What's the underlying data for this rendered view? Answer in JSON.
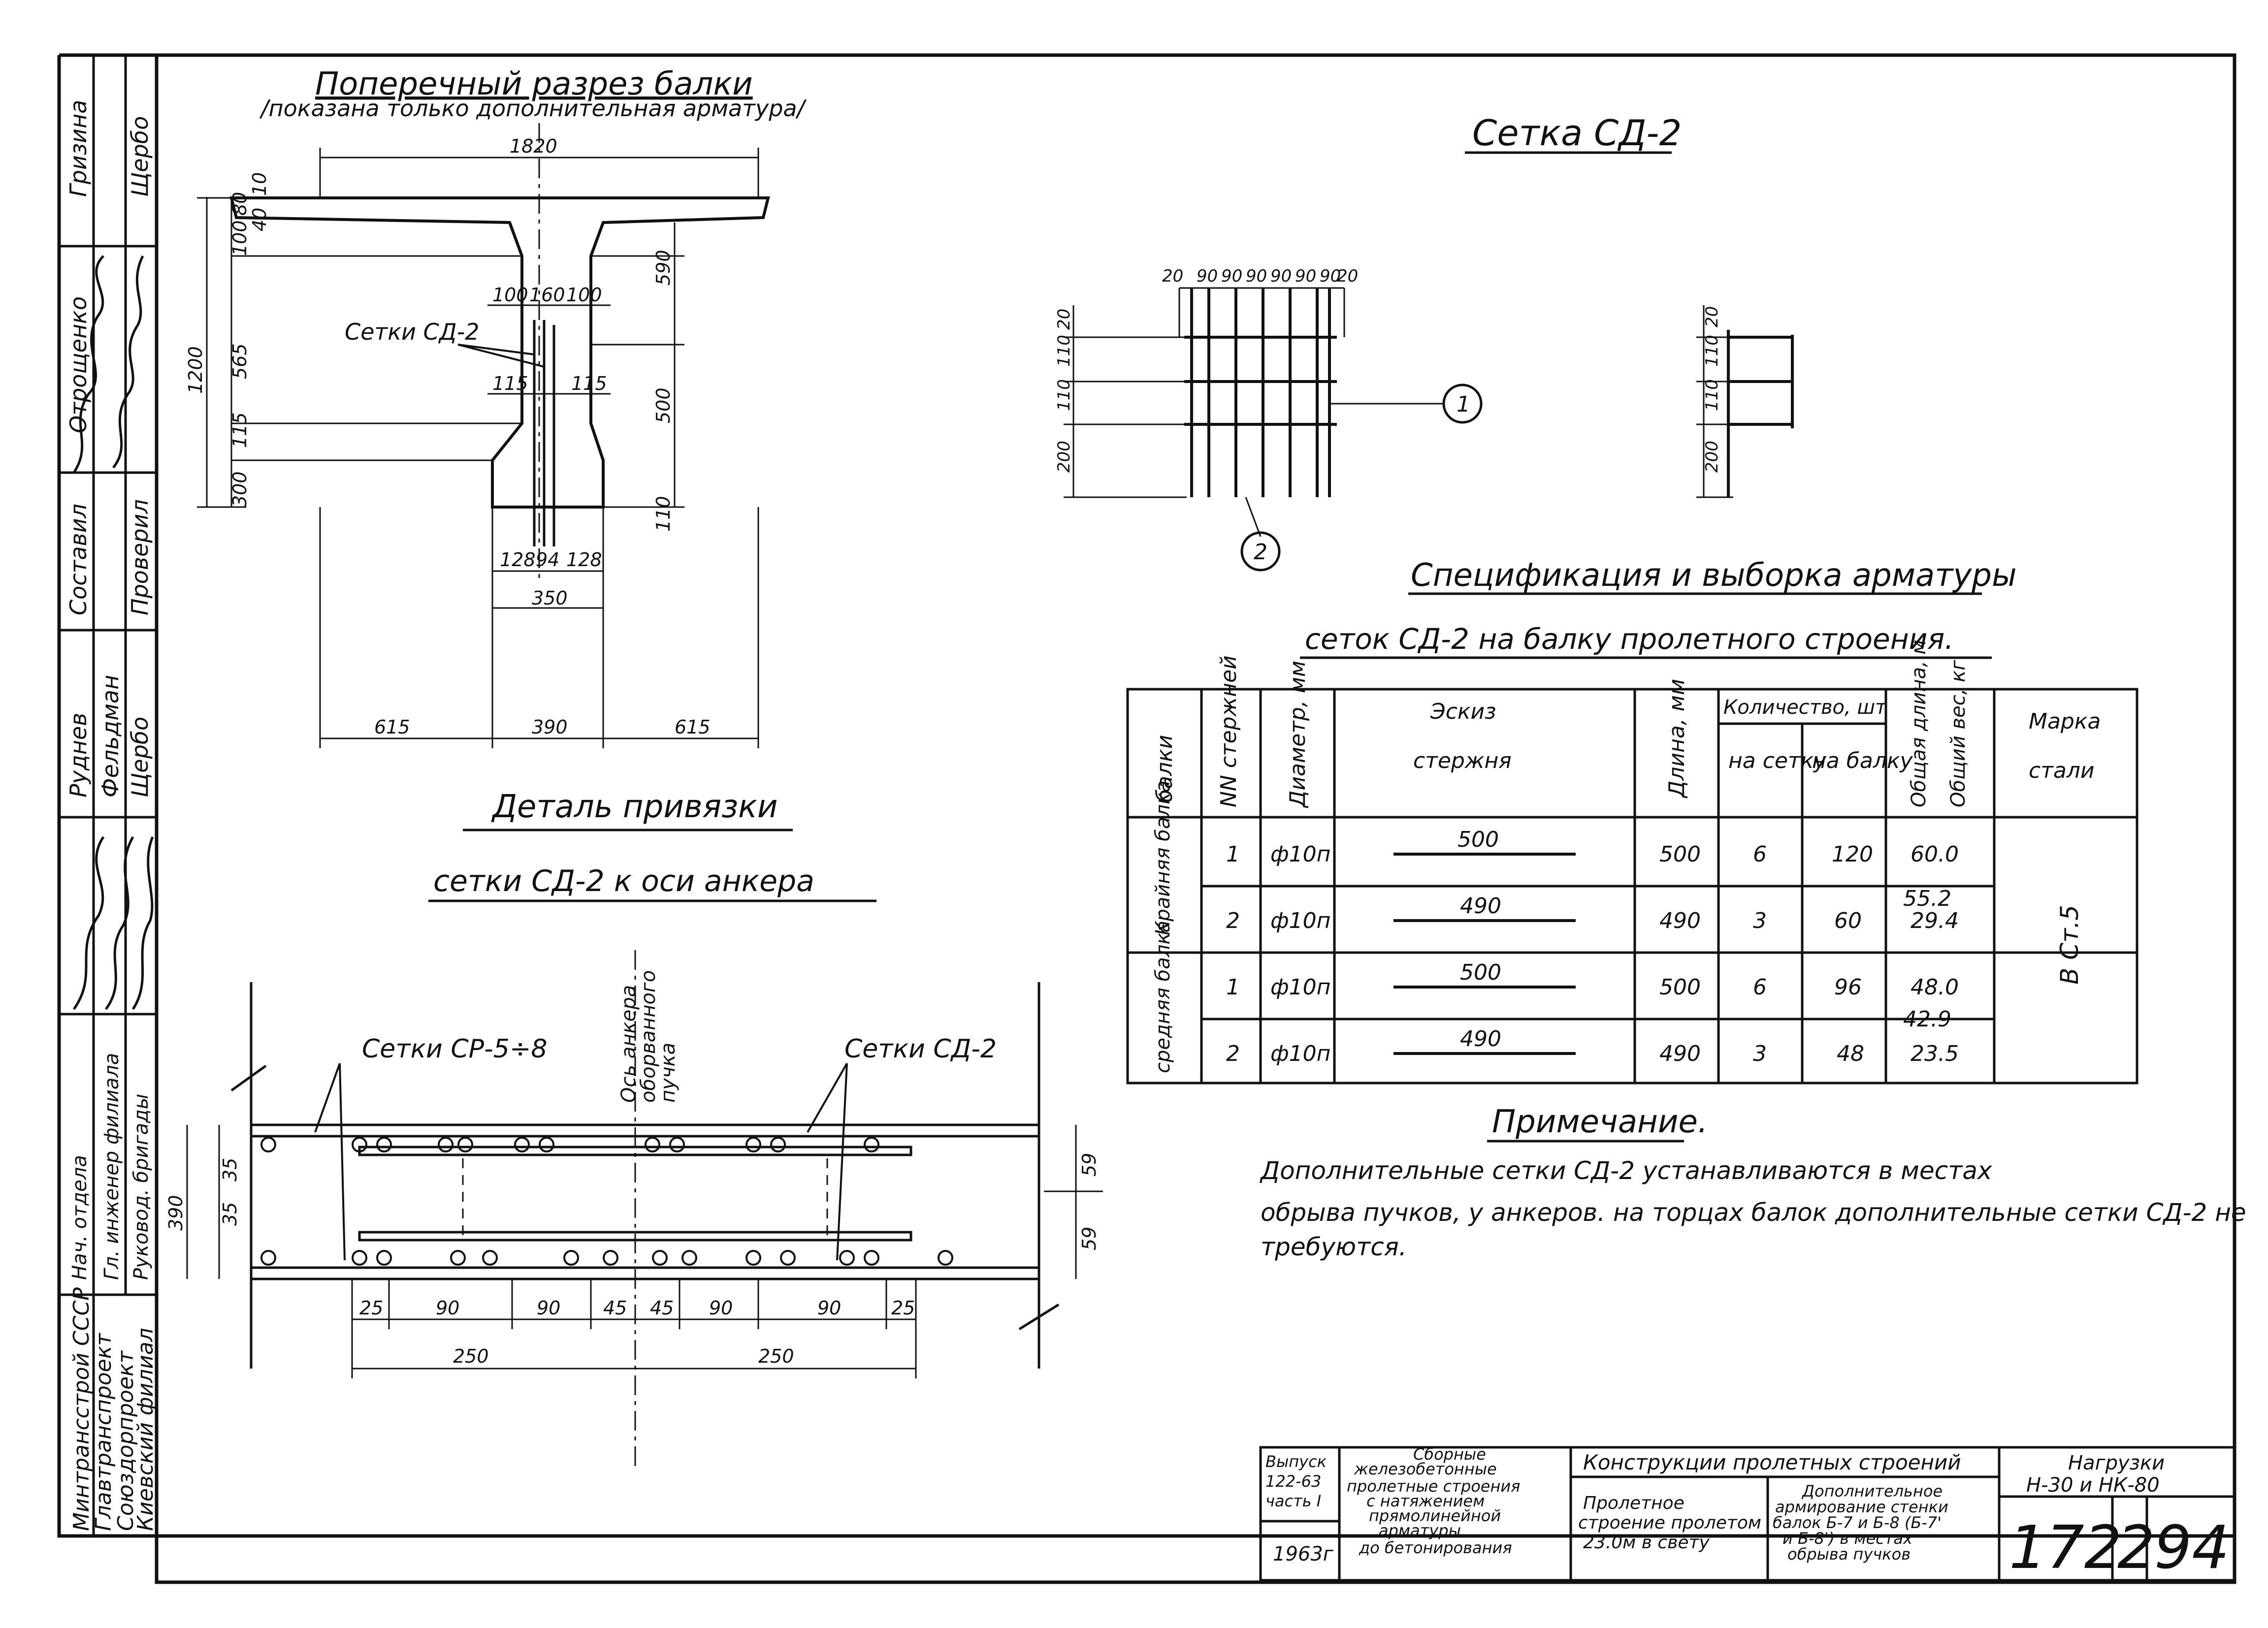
{
  "side_stamp": {
    "roles": [
      "Гризина",
      "Щербо",
      "Отрощенко",
      "Составил",
      "Проверил",
      "Руднев",
      "Фельдман",
      "Щербо",
      "Нач. отдела",
      "Гл. инженер филиала",
      "Руковод. бригады"
    ],
    "org": [
      "Минтрансстрой СССР",
      "Главтранспроект",
      "Союздорпроект",
      "Киевский филиал"
    ]
  },
  "section": {
    "title": "Поперечный разрез балки",
    "subtitle": "/показана только дополнительная арматура/",
    "label_mesh": "Сетки СД-2",
    "dims": {
      "top": "1820",
      "left_total": "1200",
      "l1": "10",
      "l2": "80",
      "l3": "40",
      "l4": "100",
      "l5": "565",
      "l6": "115",
      "l7": "300",
      "r1": "590",
      "r2": "500",
      "r3": "110",
      "w1": "100",
      "w2": "160",
      "w3": "100",
      "inner_l": "115",
      "inner_r": "115",
      "b1": "128",
      "b2": "94",
      "b3": "128",
      "b_total": "350",
      "bottom_l": "615",
      "bottom_m": "390",
      "bottom_r": "615"
    }
  },
  "detail": {
    "title_1": "Деталь привязки",
    "title_2": "сетки СД-2 к оси анкера",
    "label_left": "Сетки СР-5÷8",
    "label_right": "Сетки СД-2",
    "axis_label": [
      "Ось анкера",
      "оборванного",
      "пучка"
    ],
    "dims_bottom": [
      "25",
      "90",
      "90",
      "45",
      "45",
      "90",
      "90",
      "25"
    ],
    "dims_half": [
      "250",
      "250"
    ],
    "dim_height": "390",
    "dim_left_1": "35",
    "dim_left_2": "35",
    "dim_right_1": "59",
    "dim_right_2": "59"
  },
  "mesh": {
    "title": "Сетка СД-2",
    "top_dims": [
      "20",
      "90",
      "90",
      "90",
      "90",
      "90",
      "90",
      "20"
    ],
    "left_dims": [
      "20",
      "110",
      "110",
      "200"
    ],
    "right_dims": [
      "20",
      "110",
      "110",
      "200"
    ],
    "callout_1": "1",
    "callout_2": "2"
  },
  "spec": {
    "title": "Спецификация и выборка арматуры",
    "subtitle": "сеток СД-2 на балку пролетного строения.",
    "headers": {
      "beam": "балки",
      "num": "NN стержней",
      "diam": "Диаметр, мм",
      "sketch_1": "Эскиз",
      "sketch_2": "стержня",
      "length": "Длина, мм",
      "qty": "Количество, шт",
      "qty_mesh": "на сетку",
      "qty_beam": "на балку",
      "total_len": "Общая длина, м",
      "weight": "Общий вес, кг",
      "grade_1": "Марка",
      "grade_2": "стали"
    },
    "groups": [
      {
        "beam": "Крайняя балка",
        "weight": "55.2",
        "rows": [
          {
            "num": "1",
            "diam": "ф10п",
            "sketch": "500",
            "length": "500",
            "mesh": "6",
            "beam": "120",
            "total": "60.0"
          },
          {
            "num": "2",
            "diam": "ф10п",
            "sketch": "490",
            "length": "490",
            "mesh": "3",
            "beam": "60",
            "total": "29.4"
          }
        ]
      },
      {
        "beam": "средняя балка",
        "weight": "42.9",
        "rows": [
          {
            "num": "1",
            "diam": "ф10п",
            "sketch": "500",
            "length": "500",
            "mesh": "6",
            "beam": "96",
            "total": "48.0"
          },
          {
            "num": "2",
            "diam": "ф10п",
            "sketch": "490",
            "length": "490",
            "mesh": "3",
            "beam": "48",
            "total": "23.5"
          }
        ]
      }
    ],
    "grade": "В Ст.5"
  },
  "note": {
    "title": "Примечание.",
    "line_1": "Дополнительные сетки СД-2 устанавливаются в местах",
    "line_2": "обрыва пучков, у анкеров. на торцах балок дополнительные сетки СД-2 не",
    "line_3": "требуются."
  },
  "title_block": {
    "issue_1": "Выпуск",
    "issue_2": "122-63",
    "issue_3": "часть I",
    "year": "1963г",
    "series": [
      "Сборные",
      "железобетонные",
      "пролетные строения",
      "с натяжением",
      "прямолинейной",
      "арматуры",
      "до бетонирования"
    ],
    "header": "Конструкции пролетных строений",
    "span": [
      "Пролетное",
      "строение пролетом",
      "23.0м в свету"
    ],
    "sheet_desc": [
      "Дополнительное",
      "армирование стенки",
      "балок Б-7 и Б-8 (Б-7'",
      "и Б-8') в местах",
      "обрыва пучков"
    ],
    "loads": [
      "Нагрузки",
      "Н-30 и НК-80"
    ],
    "num_1": "172",
    "num_2": "2",
    "num_3": "94"
  }
}
